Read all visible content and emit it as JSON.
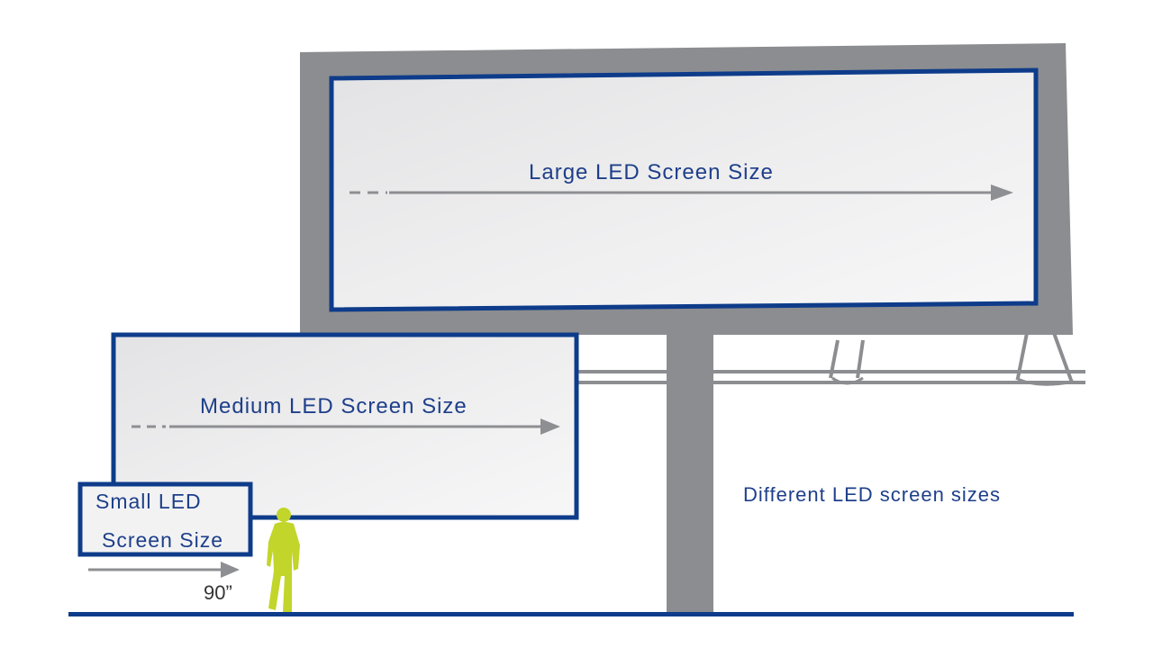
{
  "labels": {
    "large": "Large LED Screen Size",
    "medium": "Medium LED Screen Size",
    "small_line1": "Small LED",
    "small_line2": "Screen Size",
    "small_dimension": "90”",
    "caption": "Different LED screen sizes"
  },
  "colors": {
    "screen_border": "#0e3c8a",
    "billboard_frame": "#8c8d90",
    "screen_fill": "#eeeeef",
    "arrow": "#8e8f92",
    "person": "#c2d52a",
    "text": "#1e3f8a"
  },
  "icons": {
    "person": "person-silhouette-icon",
    "arrow": "right-arrow-icon"
  }
}
